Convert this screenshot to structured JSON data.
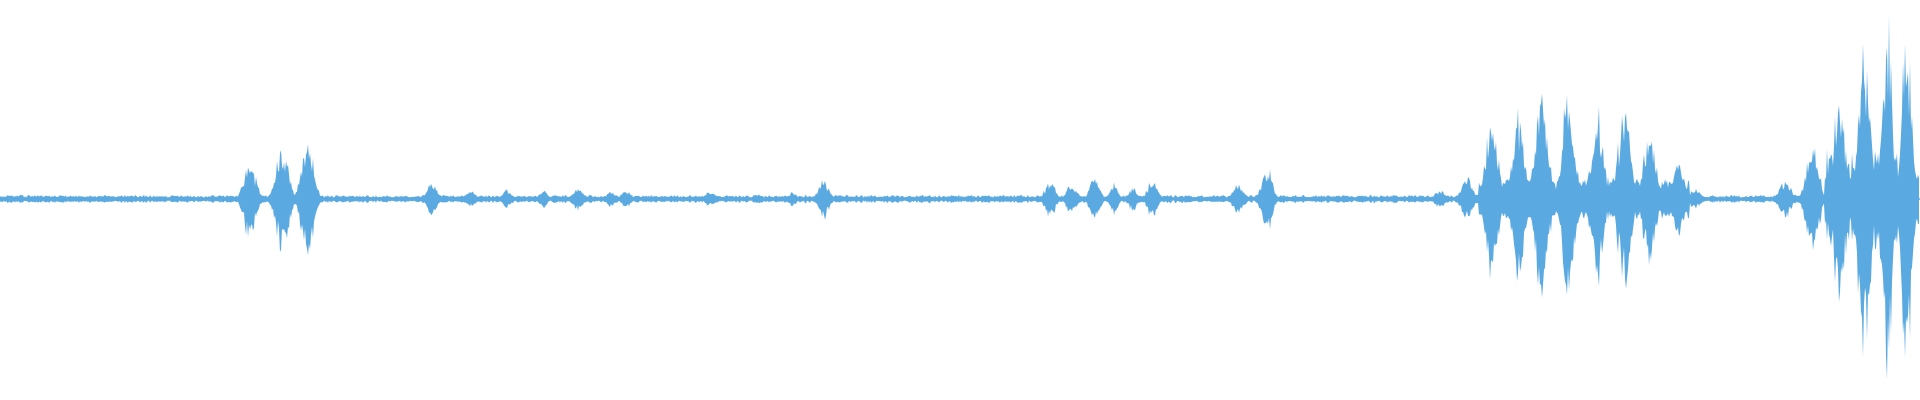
{
  "waveform": {
    "color": "#5aa9e0",
    "type": "audio-amplitude",
    "amplitude_range": [
      -1,
      1
    ],
    "duration_fraction_range": [
      0,
      1
    ],
    "baseline_noise": 0.015,
    "events": [
      {
        "t": 0.13,
        "amp": 0.22,
        "w": 0.003
      },
      {
        "t": 0.147,
        "amp": 0.33,
        "w": 0.003
      },
      {
        "t": 0.16,
        "amp": 0.33,
        "w": 0.003
      },
      {
        "t": 0.225,
        "amp": 0.09,
        "w": 0.0025
      },
      {
        "t": 0.245,
        "amp": 0.05,
        "w": 0.0025
      },
      {
        "t": 0.264,
        "amp": 0.06,
        "w": 0.002
      },
      {
        "t": 0.283,
        "amp": 0.05,
        "w": 0.002
      },
      {
        "t": 0.301,
        "amp": 0.06,
        "w": 0.0025
      },
      {
        "t": 0.318,
        "amp": 0.05,
        "w": 0.002
      },
      {
        "t": 0.326,
        "amp": 0.06,
        "w": 0.002
      },
      {
        "t": 0.37,
        "amp": 0.04,
        "w": 0.003
      },
      {
        "t": 0.395,
        "amp": 0.03,
        "w": 0.002
      },
      {
        "t": 0.413,
        "amp": 0.04,
        "w": 0.002
      },
      {
        "t": 0.429,
        "amp": 0.11,
        "w": 0.0025
      },
      {
        "t": 0.547,
        "amp": 0.1,
        "w": 0.0025
      },
      {
        "t": 0.558,
        "amp": 0.09,
        "w": 0.0025
      },
      {
        "t": 0.57,
        "amp": 0.12,
        "w": 0.0025
      },
      {
        "t": 0.58,
        "amp": 0.09,
        "w": 0.002
      },
      {
        "t": 0.59,
        "amp": 0.07,
        "w": 0.002
      },
      {
        "t": 0.6,
        "amp": 0.1,
        "w": 0.0025
      },
      {
        "t": 0.645,
        "amp": 0.09,
        "w": 0.0025
      },
      {
        "t": 0.66,
        "amp": 0.19,
        "w": 0.0025
      },
      {
        "t": 0.75,
        "amp": 0.05,
        "w": 0.0025
      },
      {
        "t": 0.764,
        "amp": 0.12,
        "w": 0.003
      },
      {
        "t": 0.777,
        "amp": 0.47,
        "w": 0.003
      },
      {
        "t": 0.791,
        "amp": 0.49,
        "w": 0.003
      },
      {
        "t": 0.803,
        "amp": 0.63,
        "w": 0.003
      },
      {
        "t": 0.817,
        "amp": 0.63,
        "w": 0.003
      },
      {
        "t": 0.832,
        "amp": 0.48,
        "w": 0.003
      },
      {
        "t": 0.846,
        "amp": 0.53,
        "w": 0.003
      },
      {
        "t": 0.859,
        "amp": 0.38,
        "w": 0.003
      },
      {
        "t": 0.874,
        "amp": 0.25,
        "w": 0.0025
      },
      {
        "t": 0.883,
        "amp": 0.06,
        "w": 0.0025
      },
      {
        "t": 0.93,
        "amp": 0.1,
        "w": 0.003
      },
      {
        "t": 0.944,
        "amp": 0.31,
        "w": 0.003
      },
      {
        "t": 0.958,
        "amp": 0.6,
        "w": 0.003
      },
      {
        "t": 0.971,
        "amp": 0.88,
        "w": 0.003
      },
      {
        "t": 0.983,
        "amp": 0.96,
        "w": 0.0025
      },
      {
        "t": 0.993,
        "amp": 0.91,
        "w": 0.0025
      }
    ]
  }
}
